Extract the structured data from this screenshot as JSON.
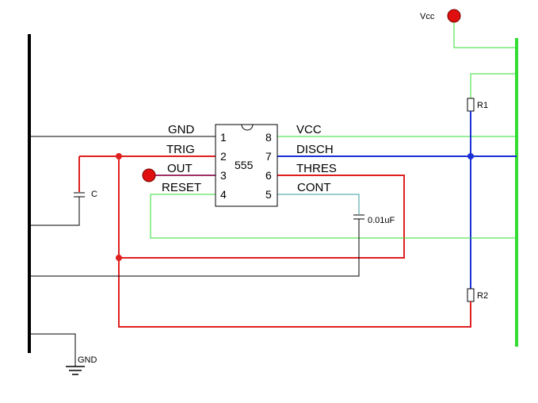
{
  "supply": {
    "vcc_label": "Vcc",
    "gnd_label": "GND"
  },
  "chip": {
    "name": "555",
    "left_pins": [
      {
        "num": "1",
        "name": "GND"
      },
      {
        "num": "2",
        "name": "TRIG"
      },
      {
        "num": "3",
        "name": "OUT"
      },
      {
        "num": "4",
        "name": "RESET"
      }
    ],
    "right_pins": [
      {
        "num": "8",
        "name": "VCC"
      },
      {
        "num": "7",
        "name": "DISCH"
      },
      {
        "num": "6",
        "name": "THRES"
      },
      {
        "num": "5",
        "name": "CONT"
      }
    ]
  },
  "components": {
    "capacitor_timing": "C",
    "capacitor_control": "0.01uF",
    "resistor_1": "R1",
    "resistor_2": "R2"
  },
  "colors": {
    "ground_rail": "#000000",
    "vcc_rail": "#33dd33",
    "trigger_threshold_net": "#e02020",
    "discharge_net": "#1a2fd6",
    "output_net": "#a0306a",
    "control_net": "#3a9a9a",
    "terminal": "#e01010"
  }
}
